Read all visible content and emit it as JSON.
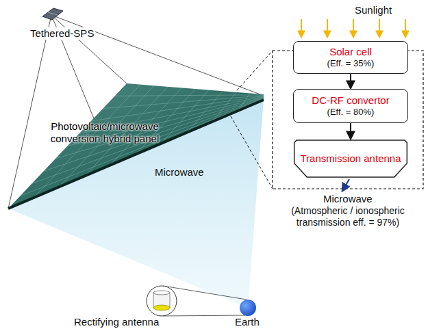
{
  "diagram": {
    "nodes": [
      {
        "text": [
          "Photovoltaic/microwave conversion hybrid panel"
        ]
      },
      {
        "text": [
          "Solar cell",
          "(Eff. = 35%)"
        ]
      },
      {
        "text": [
          "DC-RF convertor",
          "(Eff. = 80%)"
        ]
      },
      {
        "text": [
          "Transmission antenna"
        ]
      }
    ],
    "edges": [
      {
        "from": 1,
        "to": 2,
        "arrow": "to"
      },
      {
        "from": 2,
        "to": 3,
        "arrow": "to"
      }
    ],
    "labels": [
      "Tethered-SPS",
      "Sunlight",
      "Microwave",
      "Microwave",
      "(Atmospheric / ionospheric transmission eff. = 97%)",
      "Rectifying antenna",
      "Earth"
    ]
  }
}
